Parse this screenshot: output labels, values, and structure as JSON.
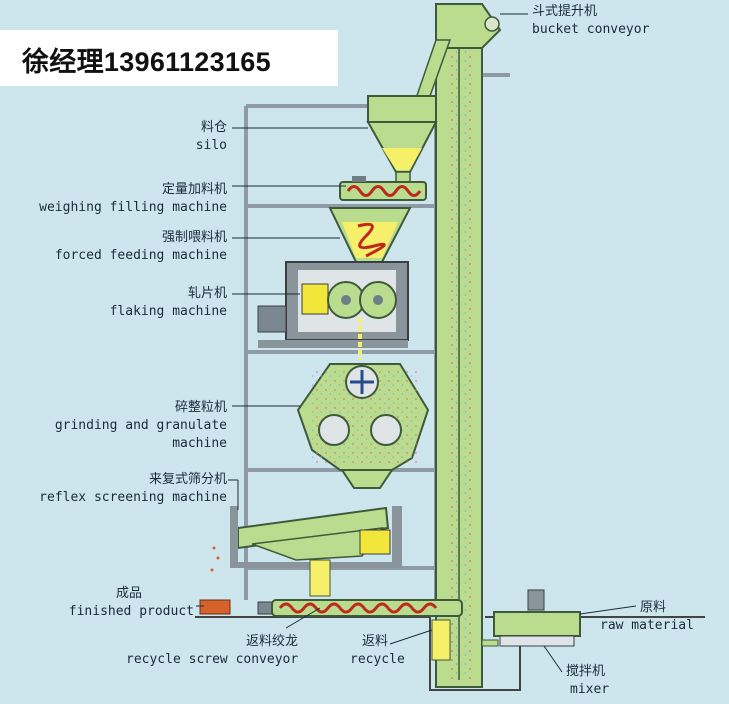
{
  "contact": "徐经理13961123165",
  "labels": {
    "bucket_conveyor_zh": "斗式提升机",
    "bucket_conveyor_en": "bucket conveyor",
    "silo_zh": "料仓",
    "silo_en": "silo",
    "weighing_zh": "定量加料机",
    "weighing_en": "weighing filling machine",
    "forced_zh": "强制喂料机",
    "forced_en": "forced feeding machine",
    "flaking_zh": "轧片机",
    "flaking_en": "flaking machine",
    "grinding_zh": "碎整粒机",
    "grinding_en_1": "grinding and granulate",
    "grinding_en_2": "machine",
    "screen_zh": "来复式筛分机",
    "screen_en": "reflex screening machine",
    "finished_zh": "成品",
    "finished_en": "finished product",
    "recycle_screw_zh": "返料绞龙",
    "recycle_screw_en": "recycle screw conveyor",
    "recycle_zh": "返料",
    "recycle_en": "recycle",
    "raw_zh": "原料",
    "raw_en": "raw material",
    "mixer_zh": "搅拌机",
    "mixer_en": "mixer"
  },
  "colors": {
    "background": "#cde6ee",
    "machine_green": "#b9dc8f",
    "frame_grey": "#8e9aa4",
    "product_yellow": "#f5ef6a",
    "product_orange": "#d4622a"
  }
}
